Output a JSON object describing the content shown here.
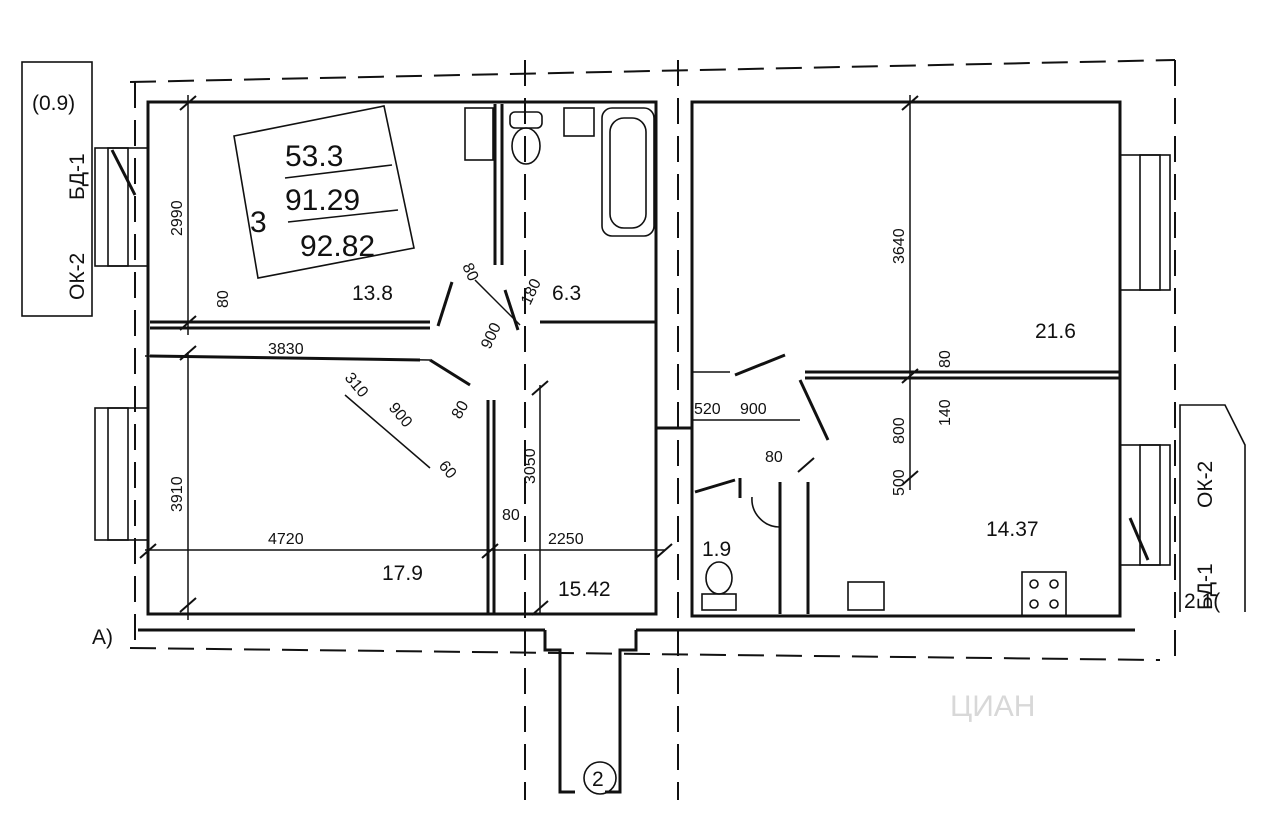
{
  "totals": {
    "rooms": "3",
    "living_area": "53.3",
    "total_area": "91.29",
    "total_area_with_balcony": "92.82"
  },
  "rooms": [
    {
      "id": "bedroom-nw",
      "area": "13.8"
    },
    {
      "id": "bathroom",
      "area": "6.3"
    },
    {
      "id": "living-room",
      "area": "21.6"
    },
    {
      "id": "bedroom-sw",
      "area": "17.9"
    },
    {
      "id": "hallway",
      "area": "15.42"
    },
    {
      "id": "wc",
      "area": "1.9"
    },
    {
      "id": "kitchen",
      "area": "14.37"
    }
  ],
  "dimensions": {
    "d2990": "2990",
    "d3910": "3910",
    "d3830": "3830",
    "d4720": "4720",
    "d3050": "3050",
    "d2250": "2250",
    "d3640": "3640",
    "d520": "520",
    "d900a": "900",
    "d800": "800",
    "d500": "500",
    "d140": "140",
    "d80a": "80",
    "d80b": "80",
    "d80c": "80",
    "d80d": "80",
    "d80e": "80",
    "d80f": "80",
    "d180": "180",
    "d900b": "900",
    "d900c": "900",
    "d310": "310",
    "d60": "60"
  },
  "labels": {
    "win_left": "ОК-2",
    "door_left": "БД-1",
    "left_size": "(0.9)",
    "win_right": "ОК-2",
    "door_right": "БД-1",
    "right_size": "2.1(",
    "axis_a": "А)",
    "axis_2": "2"
  },
  "watermark": "ЦИАН"
}
